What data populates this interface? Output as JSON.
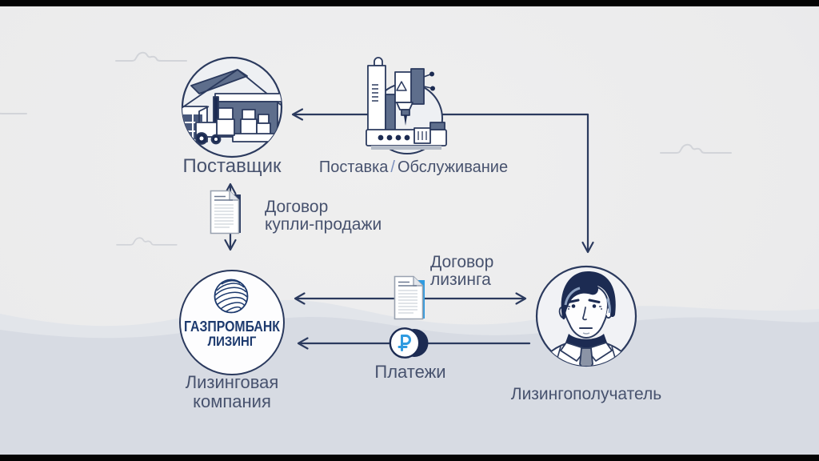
{
  "diagram": {
    "supplier": {
      "label": "Поставщик"
    },
    "service": {
      "part1": "Поставка",
      "separator": "/",
      "part2": "Обслуживание"
    },
    "purchase_contract": {
      "line1": "Договор",
      "line2": "купли-продажи"
    },
    "leasing_contract": {
      "line1": "Договор",
      "line2": "лизинга"
    },
    "payments": {
      "label": "Платежи",
      "ruble_sign": "₽"
    },
    "leasing_company": {
      "logo_line1": "ГАЗПРОМБАНК",
      "logo_line2": "ЛИЗИНГ",
      "caption_line1": "Лизинговая",
      "caption_line2": "компания"
    },
    "lessee": {
      "label": "Лизингополучатель"
    }
  },
  "colors": {
    "background": "#EDEDEE",
    "wave_light": "#E2E5EA",
    "wave_main": "#D7DBE3",
    "line_navy": "#2B3A5E",
    "dark_fill": "#5E6E8C",
    "label_text": "#47526E",
    "accent_blue": "#2F9BE0",
    "logo_navy": "#1D3A6E",
    "letterbox": "#040404"
  }
}
